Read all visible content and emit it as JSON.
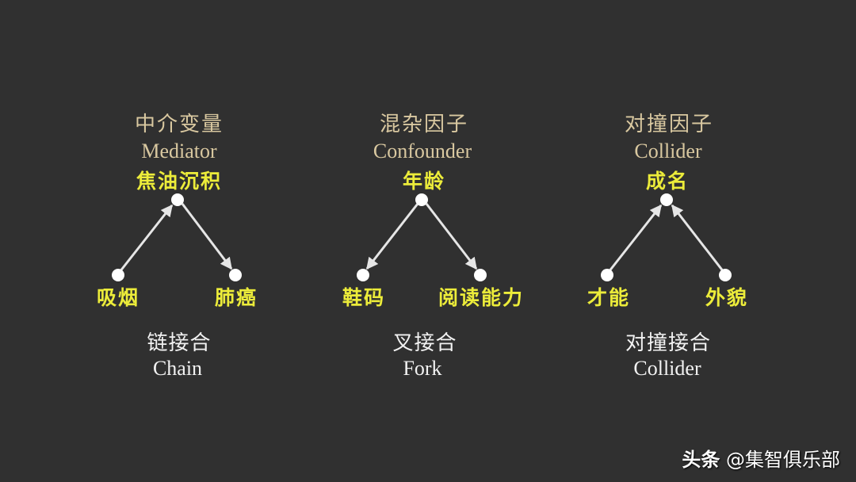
{
  "colors": {
    "background": "#303030",
    "role_text": "#d9c8a0",
    "node_label": "#ecec3a",
    "type_text": "#f2f2f2",
    "node_fill": "#ffffff",
    "edge": "#e6e6e6"
  },
  "diagrams": [
    {
      "role_zh": "中介变量",
      "role_en": "Mediator",
      "top_label": "焦油沉积",
      "left_label": "吸烟",
      "right_label": "肺癌",
      "type_zh": "链接合",
      "type_en": "Chain",
      "edges": [
        "吸烟 → 焦油沉积",
        "焦油沉积 → 肺癌"
      ]
    },
    {
      "role_zh": "混杂因子",
      "role_en": "Confounder",
      "top_label": "年龄",
      "left_label": "鞋码",
      "right_label": "阅读能力",
      "type_zh": "叉接合",
      "type_en": "Fork",
      "edges": [
        "年龄 → 鞋码",
        "年龄 → 阅读能力"
      ]
    },
    {
      "role_zh": "对撞因子",
      "role_en": "Collider",
      "top_label": "成名",
      "left_label": "才能",
      "right_label": "外貌",
      "type_zh": "对撞接合",
      "type_en": "Collider",
      "edges": [
        "才能 → 成名",
        "外貌 → 成名"
      ]
    }
  ],
  "watermark": {
    "brand": "头条",
    "handle": "@集智俱乐部"
  }
}
